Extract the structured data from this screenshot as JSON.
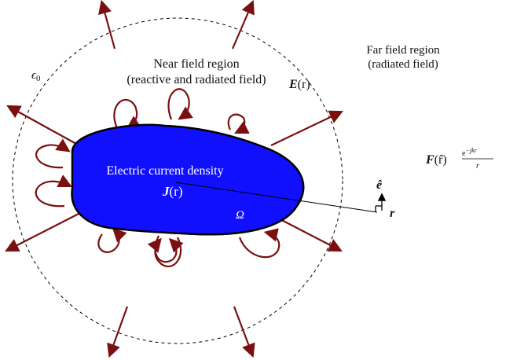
{
  "labels": {
    "far_field_line1": "Far field region",
    "far_field_line2": "(radiated field)",
    "near_field_line1": "Near field region",
    "near_field_line2": "(reactive and radiated field)",
    "epsilon": "ϵ",
    "epsilon_sub": "0",
    "e_field": "E",
    "e_field_arg": "(r)",
    "current_density_text": "Electric current density",
    "j_field": "J",
    "j_field_arg": "(r)",
    "omega": "Ω",
    "r_vector": "r",
    "e_hat": "ê",
    "far_field_formula_F": "F",
    "far_field_formula_arg": "(r̂)",
    "far_field_formula_num": "e",
    "far_field_formula_exp": "−jkr",
    "far_field_formula_den": "r"
  },
  "colors": {
    "body_fill": "#1010ff",
    "arrow_color": "#7a1010",
    "outline": "#000000"
  }
}
